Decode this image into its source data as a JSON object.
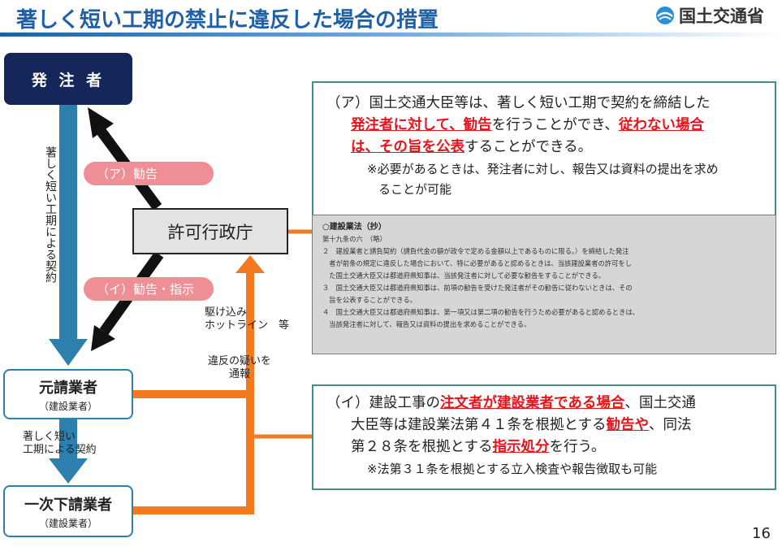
{
  "header": {
    "title": "著しく短い工期の禁止に違反した場合の措置",
    "logo_text": "国土交通省",
    "logo_icon": "mlit-logo-icon",
    "title_color": "#1f5fa6"
  },
  "diagram": {
    "orderer": "発 注 者",
    "authority": "許可行政庁",
    "prime_main": "元請業者",
    "prime_sub": "（建設業者）",
    "sub_main": "一次下請業者",
    "sub_sub": "（建設業者）",
    "pill_a": "（ア）勧告",
    "pill_b": "（イ）勧告・指示",
    "vertical_label": "著しく短い工期による契約",
    "lower_contract_line1": "著しく短い",
    "lower_contract_line2": "工期による契約",
    "hotline_line1": "駆け込み",
    "hotline_line2": "ホットライン　等",
    "report_line1": "違反の疑いを",
    "report_line2": "通報",
    "colors": {
      "navy": "#15265a",
      "teal": "#2d7fae",
      "orange": "#f47a20",
      "pink": "#f08e96",
      "panel_border": "#3f8f8c",
      "highlight": "#e8131b"
    }
  },
  "panel_a": {
    "l1": "（ア）国土交通大臣等は、著しく短い工期で契約を締結した",
    "l2_hl1": "発注者に対して、勧告",
    "l2_mid": "を行うことができ、",
    "l2_hl2": "従わない場合",
    "l3_hl1": "は、その旨を公表",
    "l3_tail": "することができる。",
    "note1": "※必要があるときは、発注者に対し、報告又は資料の提出を求め",
    "note2": "ることが可能"
  },
  "law": {
    "title": "○建設業法（抄）",
    "lines": [
      "第十九条の六　（略）",
      "２　建設業者と請負契約（請負代金の額が政令で定める金額以上であるものに限る。）を締結した発注",
      "　者が前条の規定に違反した場合において、特に必要があると認めるときは、当該建設業者の許可をし",
      "　た国土交通大臣又は都道府県知事は、当該発注者に対して必要な勧告をすることができる。",
      "３　国土交通大臣又は都道府県知事は、前項の勧告を受けた発注者がその勧告に従わないときは、その",
      "　旨を公表することができる。",
      "４　国土交通大臣又は都道府県知事は、第一項又は第二項の勧告を行うため必要があると認めるときは、",
      "　当該発注者に対して、報告又は資料の提出を求めることができる。"
    ]
  },
  "panel_b": {
    "l1_pre": "（イ）建設工事の",
    "l1_hl": "注文者が建設業者である場合",
    "l1_tail": "、国土交通",
    "l2_pre": "大臣等は建設業法第４１条を根拠とする",
    "l2_hl": "勧告や",
    "l2_tail": "、同法",
    "l3_pre": "第２８条を根拠とする",
    "l3_hl": "指示処分",
    "l3_tail": "を行う。",
    "note": "※法第３１条を根拠とする立入検査や報告徴取も可能"
  },
  "page_number": "16"
}
